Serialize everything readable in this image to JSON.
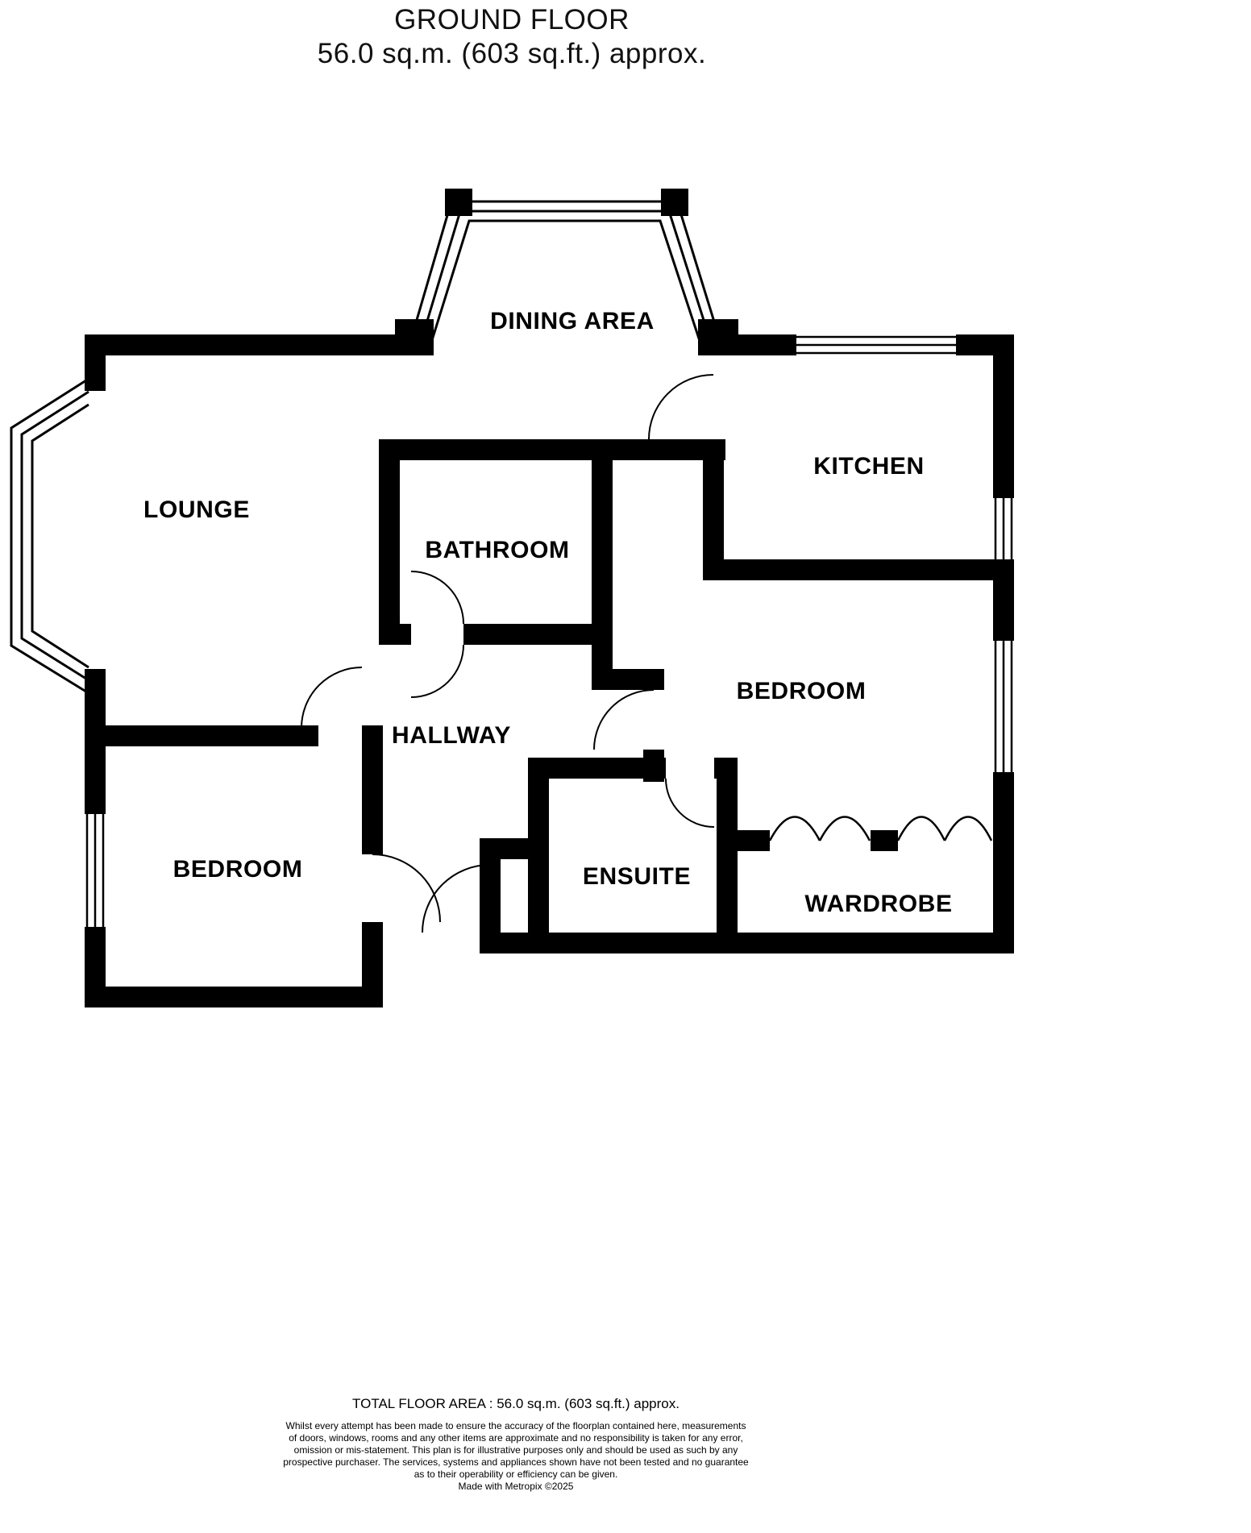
{
  "title": {
    "line1": "GROUND FLOOR",
    "line2": "56.0 sq.m. (603 sq.ft.) approx."
  },
  "rooms": {
    "dining_area": "DINING AREA",
    "kitchen": "KITCHEN",
    "lounge": "LOUNGE",
    "bathroom": "BATHROOM",
    "bedroom_right": "BEDROOM",
    "hallway": "HALLWAY",
    "bedroom_left": "BEDROOM",
    "ensuite": "ENSUITE",
    "wardrobe": "WARDROBE"
  },
  "footer": {
    "total_area": "TOTAL FLOOR AREA : 56.0 sq.m. (603 sq.ft.) approx.",
    "disclaimer_lines": [
      "Whilst every attempt has been made to ensure the accuracy of the floorplan contained here, measurements",
      "of doors, windows, rooms and any other items are approximate and no responsibility is taken for any error,",
      "omission or mis-statement. This plan is for illustrative purposes only and should be used as such by any",
      "prospective purchaser. The services, systems and appliances shown have not been tested and no guarantee",
      "as to their operability or efficiency can be given."
    ],
    "credit": "Made with Metropix ©2025"
  },
  "colors": {
    "wall": "#000000",
    "background": "#ffffff",
    "text": "#000000"
  }
}
